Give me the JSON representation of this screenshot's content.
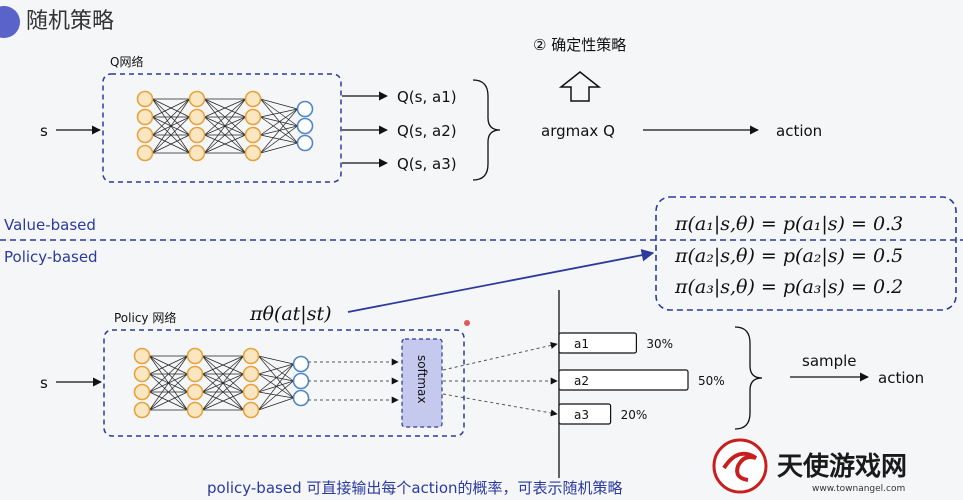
{
  "title": "随机策略",
  "top": {
    "net_label": "Q网络",
    "input": "s",
    "outputs": [
      "Q(s, a1)",
      "Q(s, a2)",
      "Q(s, a3)"
    ],
    "argmax": "argmax Q",
    "action": "action",
    "deterministic": "② 确定性策略"
  },
  "divider": {
    "value_based": "Value-based",
    "policy_based": "Policy-based"
  },
  "formulas": [
    "π(a₁|s,θ) = p(a₁|s) = 0.3",
    "π(a₂|s,θ) = p(a₂|s) = 0.5",
    "π(a₃|s,θ) = p(a₃|s) = 0.2"
  ],
  "bottom": {
    "net_label": "Policy 网络",
    "pi_label": "πθ(at|st)",
    "input": "s",
    "softmax": "softmax",
    "bars": [
      {
        "label": "a1",
        "percent": "30%",
        "value": 30
      },
      {
        "label": "a2",
        "percent": "50%",
        "value": 50
      },
      {
        "label": "a3",
        "percent": "20%",
        "value": 20
      }
    ],
    "sample": "sample",
    "action": "action"
  },
  "note": "policy-based 可直接输出每个action的概率，可表示随机策略",
  "watermark": {
    "name": "天使游戏网",
    "url": "www.townangel.com"
  },
  "colors": {
    "accent": "#2b3a9c",
    "neuron_orange": "#e8a23c",
    "neuron_blue": "#4f86c6",
    "softmax_fill": "#c6c9ee"
  }
}
